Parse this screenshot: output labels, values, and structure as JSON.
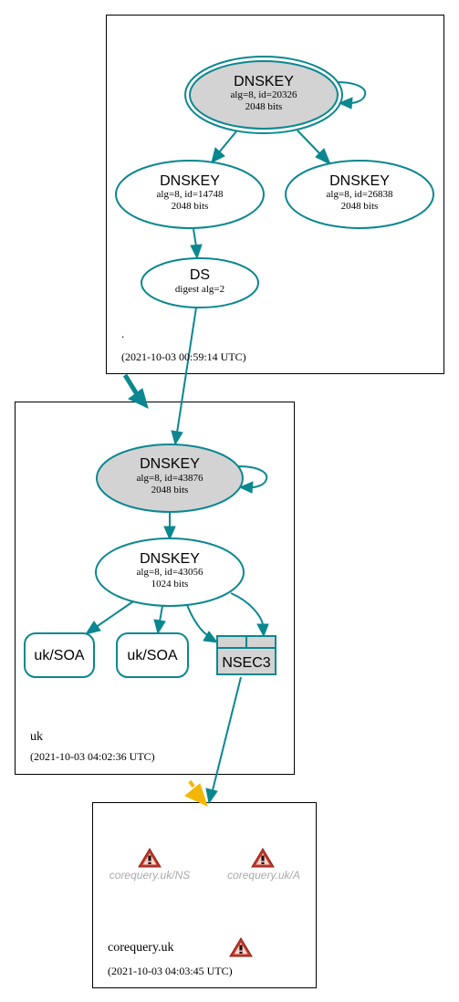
{
  "colors": {
    "edge": "#0a878f",
    "node_fill_grey": "#d3d3d3",
    "zone_border": "#000000",
    "warning": "#c0392b",
    "delegation_arrow": "#f2b705",
    "faded_text": "#aaaaaa"
  },
  "zones": {
    "root": {
      "name": ".",
      "timestamp": "(2021-10-03 00:59:14 UTC)"
    },
    "uk": {
      "name": "uk",
      "timestamp": "(2021-10-03 04:02:36 UTC)"
    },
    "corequery": {
      "name": "corequery.uk",
      "timestamp": "(2021-10-03 04:03:45 UTC)"
    }
  },
  "nodes": {
    "root_ksk": {
      "title": "DNSKEY",
      "line1": "alg=8, id=20326",
      "line2": "2048 bits"
    },
    "root_zsk1": {
      "title": "DNSKEY",
      "line1": "alg=8, id=14748",
      "line2": "2048 bits"
    },
    "root_zsk2": {
      "title": "DNSKEY",
      "line1": "alg=8, id=26838",
      "line2": "2048 bits"
    },
    "uk_ds": {
      "title": "DS",
      "line1": "digest alg=2"
    },
    "uk_ksk": {
      "title": "DNSKEY",
      "line1": "alg=8, id=43876",
      "line2": "2048 bits"
    },
    "uk_zsk": {
      "title": "DNSKEY",
      "line1": "alg=8, id=43056",
      "line2": "1024 bits"
    },
    "uk_soa1": {
      "label": "uk/SOA"
    },
    "uk_soa2": {
      "label": "uk/SOA"
    },
    "nsec3": {
      "label": "NSEC3"
    },
    "cq_ns": {
      "label": "corequery.uk/NS",
      "icon": "warning-icon"
    },
    "cq_a": {
      "label": "corequery.uk/A",
      "icon": "warning-icon"
    },
    "cq_zone_warning": {
      "icon": "warning-icon"
    }
  }
}
